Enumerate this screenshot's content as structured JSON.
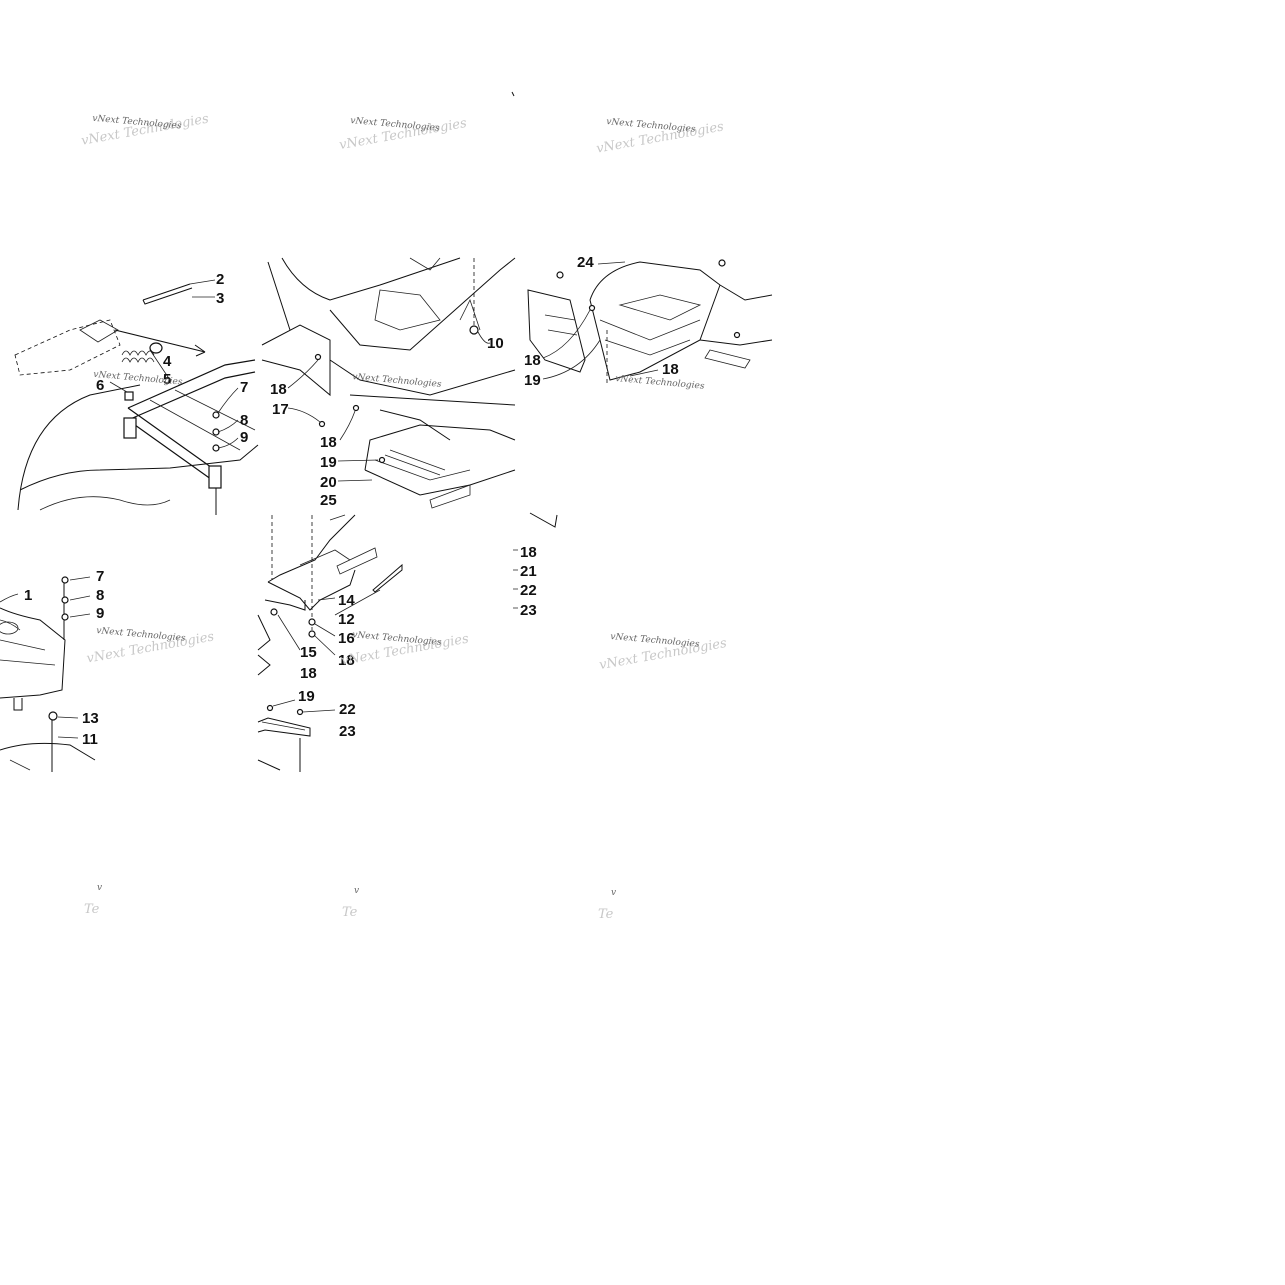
{
  "callouts": {
    "c2": "2",
    "c3": "3",
    "c4": "4",
    "c5": "5",
    "c6": "6",
    "c7a": "7",
    "c8a": "8",
    "c9a": "9",
    "c10": "10",
    "c18a": "18",
    "c17": "17",
    "c18b": "18",
    "c19a": "19",
    "c20": "20",
    "c24": "24",
    "c18c": "18",
    "c19b": "19",
    "c18d": "18",
    "c25": "25",
    "c14": "14",
    "c12": "12",
    "c15": "15",
    "c16": "16",
    "c18e": "18",
    "c18f": "18",
    "c19c": "19",
    "c22a": "22",
    "c23a": "23",
    "c1": "1",
    "c7b": "7",
    "c8b": "8",
    "c9b": "9",
    "c13": "13",
    "c11": "11",
    "c18g": "18",
    "c21": "21",
    "c22b": "22",
    "c23b": "23"
  },
  "watermark": {
    "text": "vNext Technologies",
    "stub_v": "v",
    "stub_te": "Te"
  }
}
